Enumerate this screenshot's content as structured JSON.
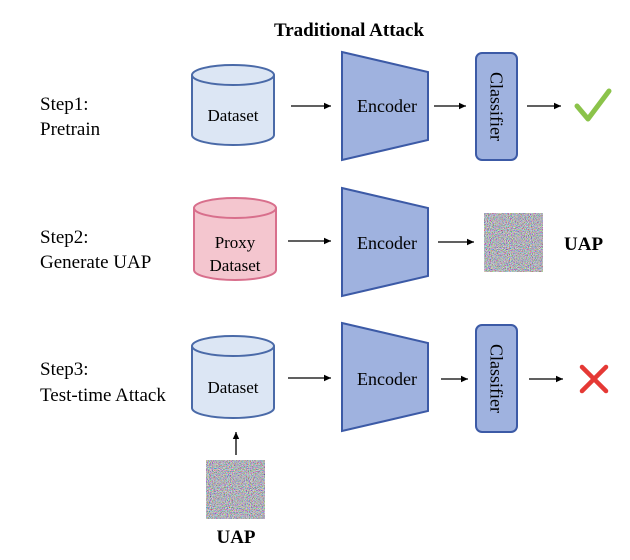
{
  "title": "Traditional Attack",
  "steps": [
    {
      "label_line1": "Step1:",
      "label_line2": "Pretrain",
      "dataset_line1": "Dataset",
      "encoder": "Encoder",
      "classifier": "Classifier",
      "result": "check-icon"
    },
    {
      "label_line1": "Step2:",
      "label_line2": "Generate UAP",
      "dataset_line1": "Proxy",
      "dataset_line2": "Dataset",
      "encoder": "Encoder",
      "output_label": "UAP"
    },
    {
      "label_line1": "Step3:",
      "label_line2": "Test-time Attack",
      "dataset_line1": "Dataset",
      "encoder": "Encoder",
      "classifier": "Classifier",
      "result": "cross-icon",
      "input_label": "UAP"
    }
  ],
  "colors": {
    "dataset_fill": "#dce6f4",
    "dataset_stroke": "#4a6aa8",
    "proxy_fill": "#f4c6cf",
    "proxy_stroke": "#d86f8c",
    "encoder_fill": "#9fb2df",
    "encoder_stroke": "#3c5aa6",
    "classifier_fill": "#9fb2df",
    "check": "#8bc34a",
    "cross": "#e53935"
  }
}
